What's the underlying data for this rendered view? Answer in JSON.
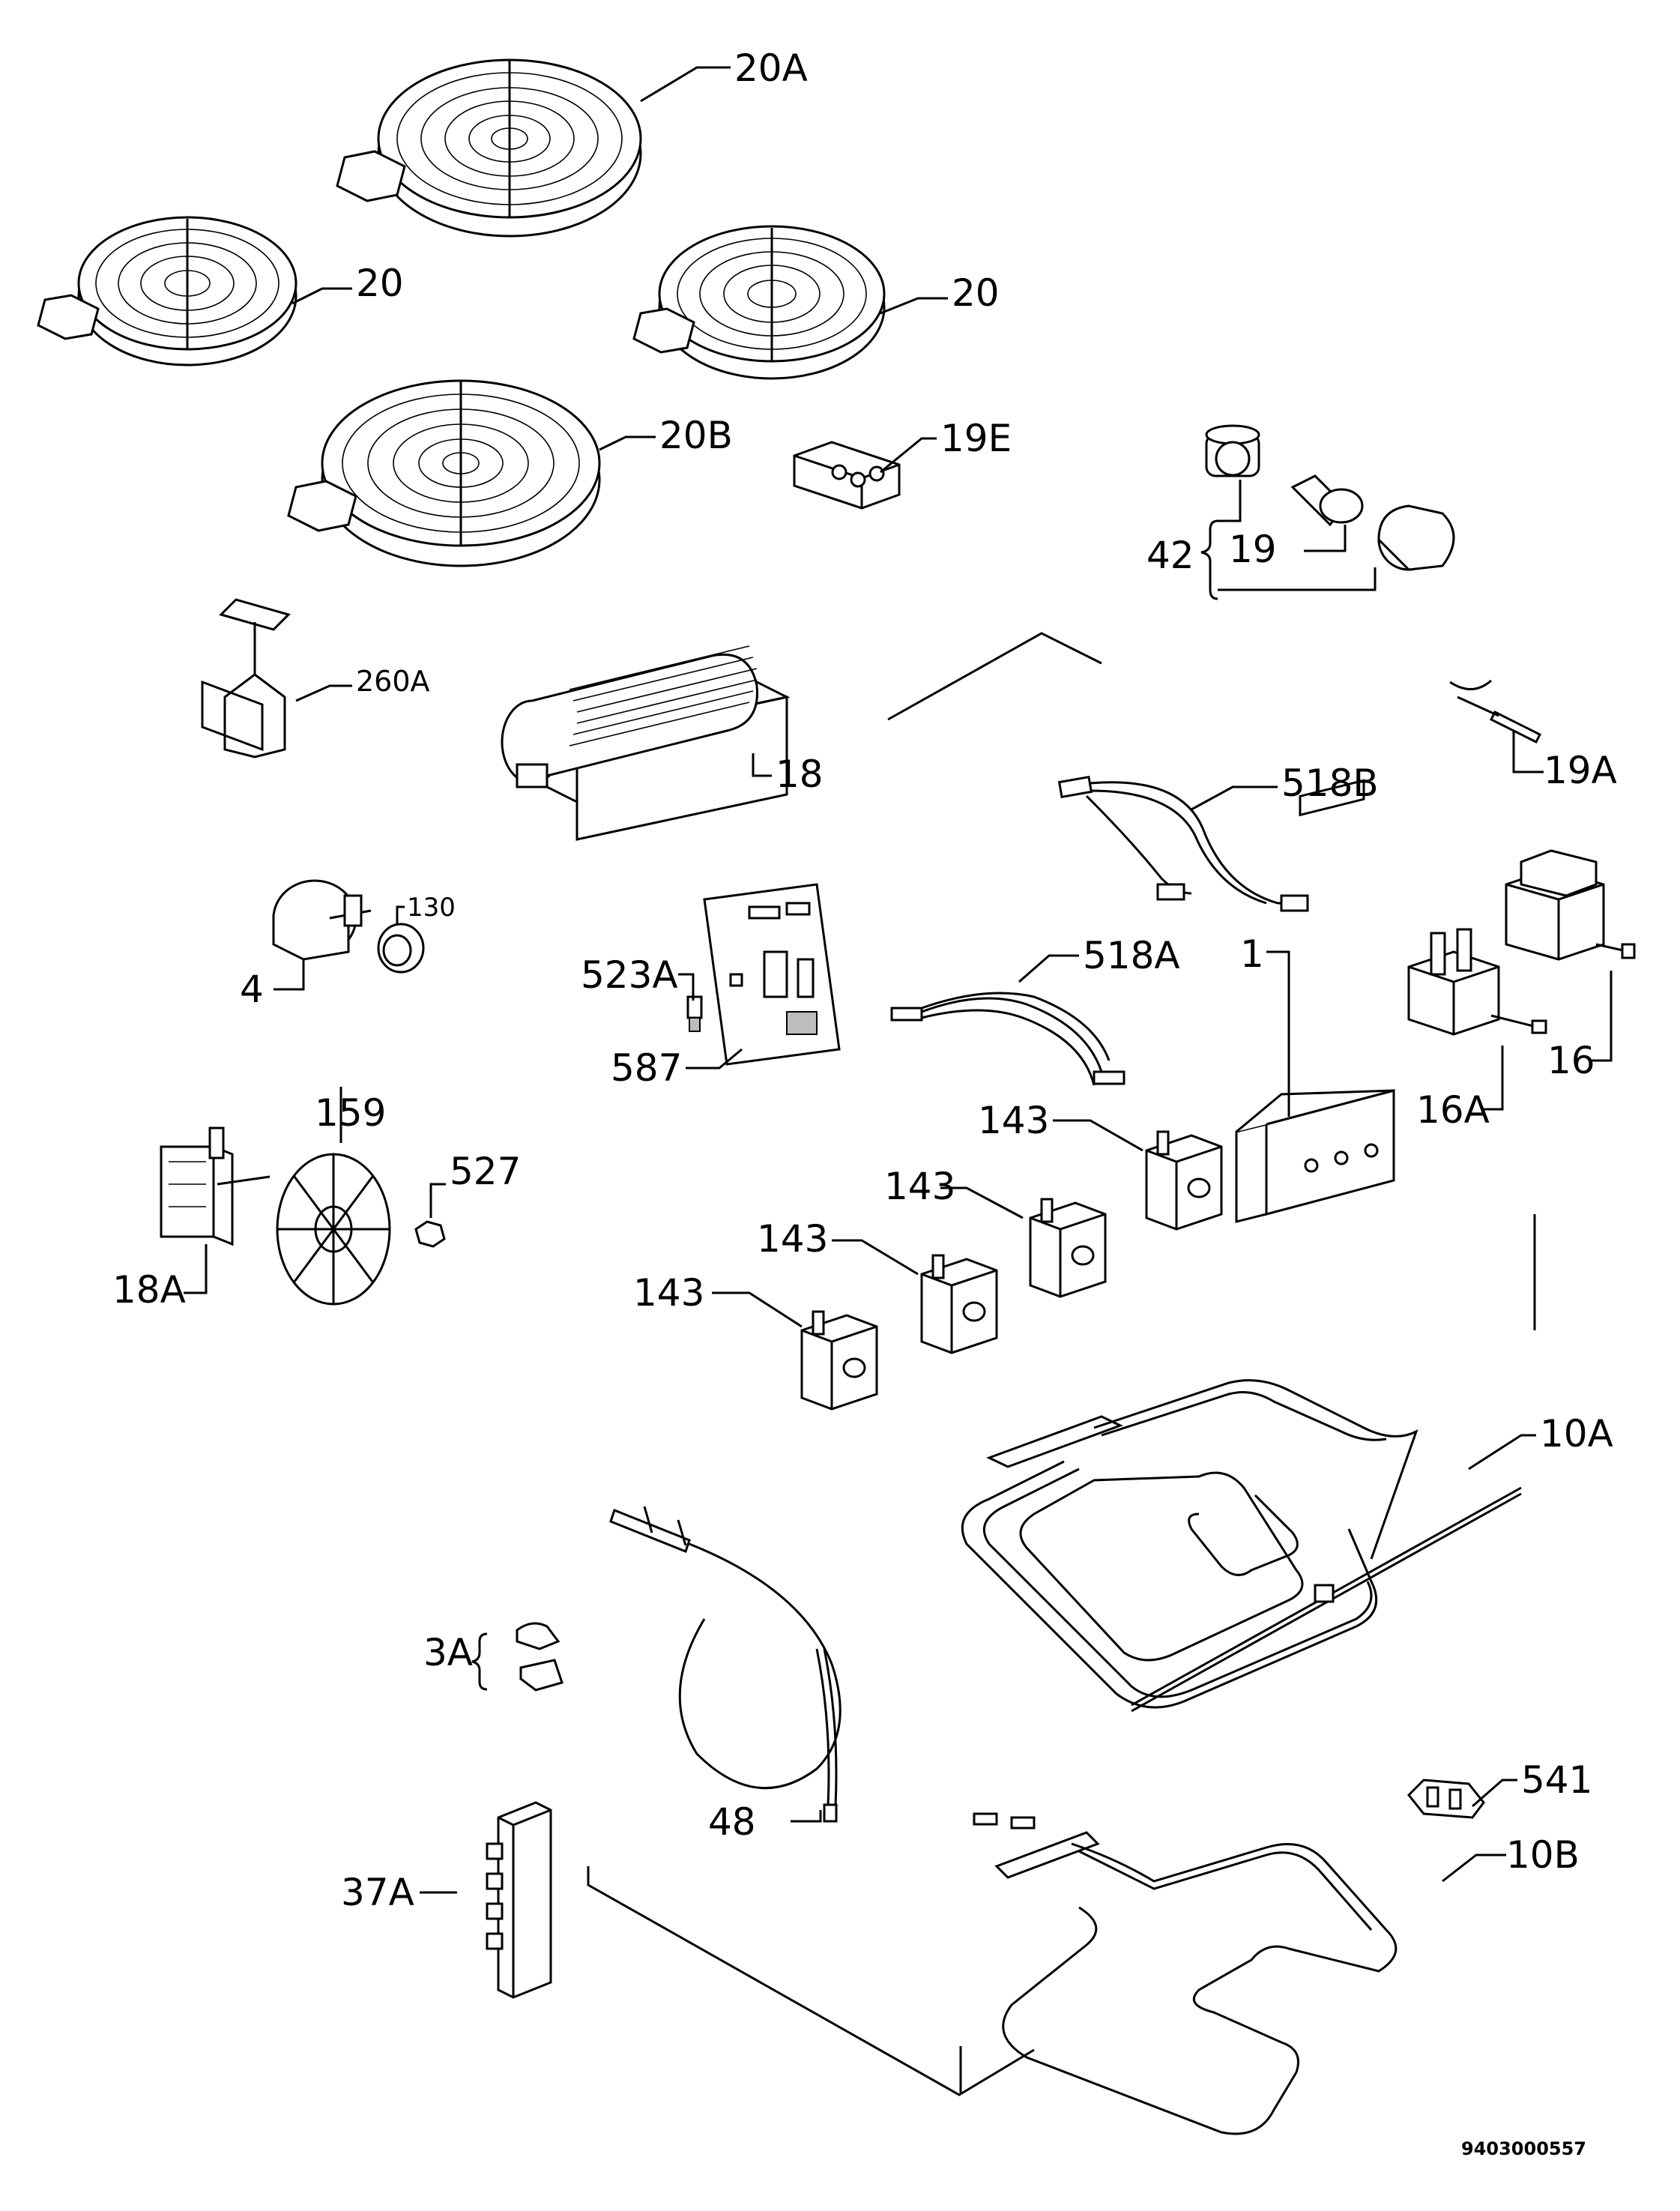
{
  "labels": {
    "l20A": "20A",
    "l20_left": "20",
    "l20_right": "20",
    "l20B": "20B",
    "l19E": "19E",
    "l42": "42",
    "l19": "19",
    "l260A": "260A",
    "l18": "18",
    "l19A": "19A",
    "l518B": "518B",
    "l4": "4",
    "l130": "130",
    "l523A": "523A",
    "l518A": "518A",
    "l1": "1",
    "l16A": "16A",
    "l16": "16",
    "l587": "587",
    "l159": "159",
    "l527": "527",
    "l18A": "18A",
    "l143_a": "143",
    "l143_b": "143",
    "l143_c": "143",
    "l143_d": "143",
    "l10A": "10A",
    "l3A": "3A",
    "l541": "541",
    "l48": "48",
    "l10B": "10B",
    "l37A": "37A"
  },
  "doc_id": "9403000557"
}
